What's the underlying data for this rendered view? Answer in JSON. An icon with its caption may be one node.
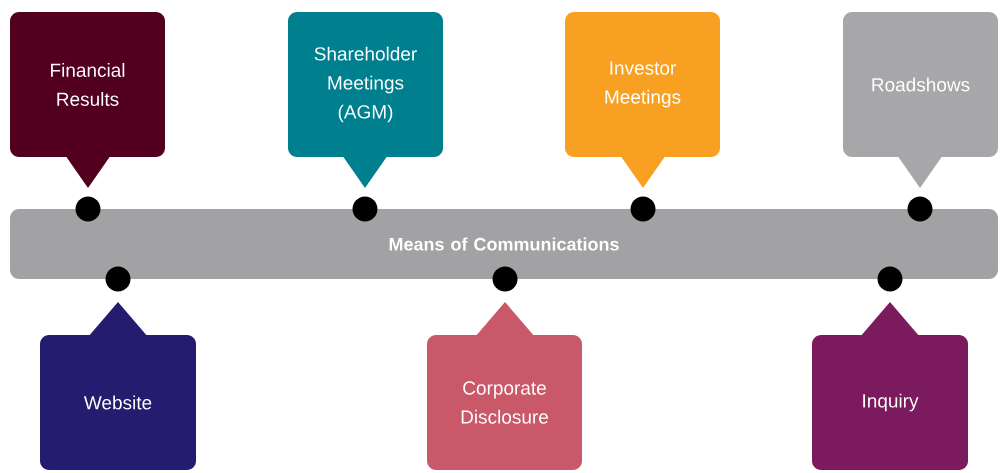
{
  "diagram": {
    "nodes": [
      {
        "text": [
          "Financial Results"
        ]
      },
      {
        "text": [
          "Shareholder Meetings (AGM)"
        ]
      },
      {
        "text": [
          "Investor Meetings"
        ]
      },
      {
        "text": [
          "Roadshows"
        ]
      },
      {
        "text": [
          "Means of Communications"
        ]
      },
      {
        "text": [
          "Website"
        ]
      },
      {
        "text": [
          "Corporate Disclosure"
        ]
      },
      {
        "text": [
          "Inquiry"
        ]
      }
    ]
  }
}
